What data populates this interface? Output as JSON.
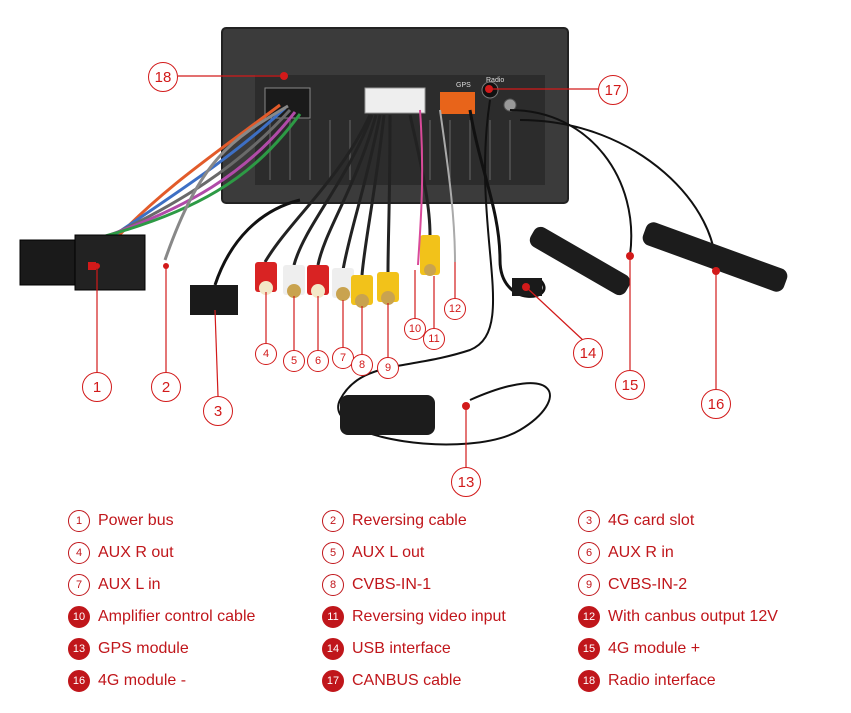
{
  "diagram": {
    "head_unit": {
      "labels": {
        "gps": "GPS",
        "radio": "Radio"
      }
    },
    "callouts": [
      "1",
      "2",
      "3",
      "4",
      "5",
      "6",
      "7",
      "8",
      "9",
      "10",
      "11",
      "12",
      "13",
      "14",
      "15",
      "16",
      "17",
      "18"
    ]
  },
  "legend": [
    {
      "num": "1",
      "label": "Power bus"
    },
    {
      "num": "2",
      "label": "Reversing cable"
    },
    {
      "num": "3",
      "label": "4G card slot"
    },
    {
      "num": "4",
      "label": "AUX R out"
    },
    {
      "num": "5",
      "label": "AUX L out"
    },
    {
      "num": "6",
      "label": "AUX R in"
    },
    {
      "num": "7",
      "label": "AUX L in"
    },
    {
      "num": "8",
      "label": "CVBS-IN-1"
    },
    {
      "num": "9",
      "label": "CVBS-IN-2"
    },
    {
      "num": "10",
      "label": "Amplifier control cable"
    },
    {
      "num": "11",
      "label": "Reversing video input"
    },
    {
      "num": "12",
      "label": "With canbus output 12V"
    },
    {
      "num": "13",
      "label": "GPS module"
    },
    {
      "num": "14",
      "label": "USB interface"
    },
    {
      "num": "15",
      "label": "4G module +"
    },
    {
      "num": "16",
      "label": "4G module -"
    },
    {
      "num": "17",
      "label": "CANBUS cable"
    },
    {
      "num": "18",
      "label": "Radio interface"
    }
  ],
  "colors": {
    "accent": "#d21a1a",
    "legend_text": "#c0161b",
    "unit_body": "#3a3a3a"
  }
}
